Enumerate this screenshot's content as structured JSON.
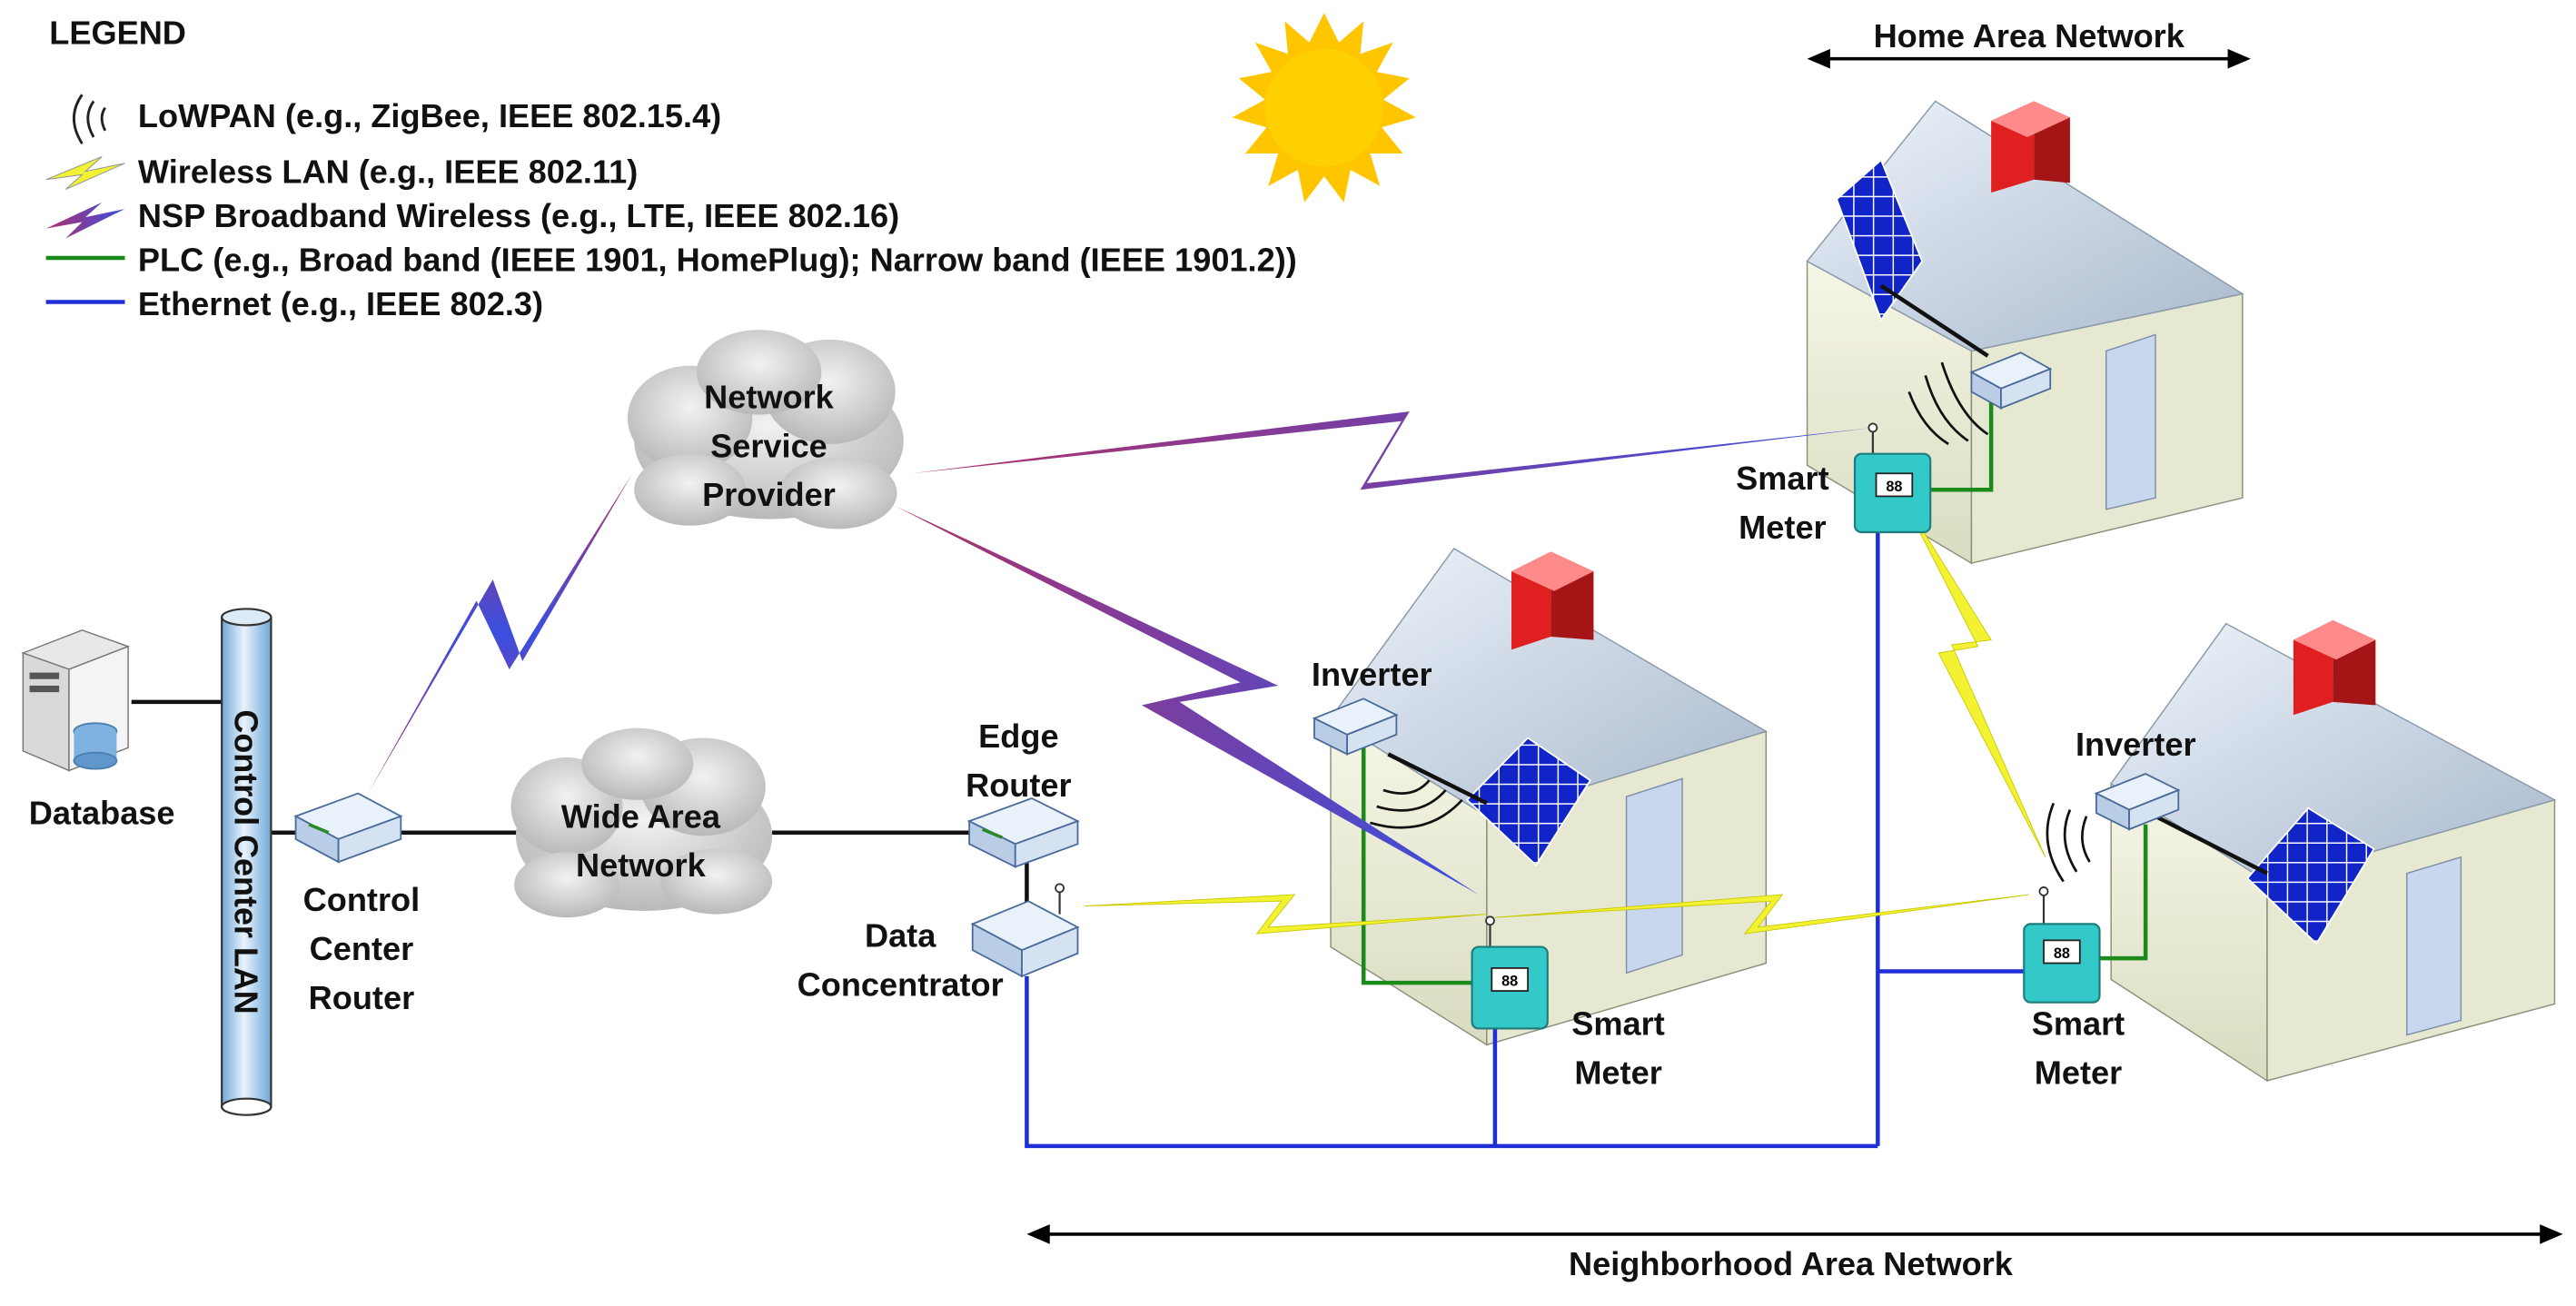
{
  "legend": {
    "title": "LEGEND",
    "items": [
      {
        "icon": "lowpan-icon",
        "label": "LoWPAN (e.g., ZigBee, IEEE 802.15.4)"
      },
      {
        "icon": "wireless-lan-icon",
        "label": "Wireless LAN (e.g., IEEE 802.11)"
      },
      {
        "icon": "nsp-broadband-icon",
        "label": "NSP Broadband Wireless (e.g., LTE, IEEE 802.16)"
      },
      {
        "icon": "plc-line-icon",
        "label": "PLC (e.g., Broad band (IEEE 1901, HomePlug); Narrow band (IEEE 1901.2))"
      },
      {
        "icon": "ethernet-line-icon",
        "label": "Ethernet (e.g., IEEE 802.3)"
      }
    ]
  },
  "colors": {
    "plc": "#1a8a1a",
    "ethernet": "#1f2fd6",
    "wlan": "#f2f233",
    "nsp": "#3a4fe0",
    "sun": "#ffc600",
    "meter": "#33c9c9"
  },
  "nodes": {
    "database": "Database",
    "lan_bus": "Control Center LAN",
    "cc_router": [
      "Control",
      "Center",
      "Router"
    ],
    "nsp_cloud": [
      "Network",
      "Service",
      "Provider"
    ],
    "wan_cloud": [
      "Wide Area",
      "Network"
    ],
    "edge_router": [
      "Edge",
      "Router"
    ],
    "data_concentrator": [
      "Data",
      "Concentrator"
    ],
    "inverter_mid": "Inverter",
    "inverter_right": "Inverter",
    "smart_meter_top": [
      "Smart",
      "Meter"
    ],
    "smart_meter_mid": [
      "Smart",
      "Meter"
    ],
    "smart_meter_right": [
      "Smart",
      "Meter"
    ],
    "meter_display": "88"
  },
  "spans": {
    "han": "Home Area Network",
    "nan": "Neighborhood Area Network"
  }
}
